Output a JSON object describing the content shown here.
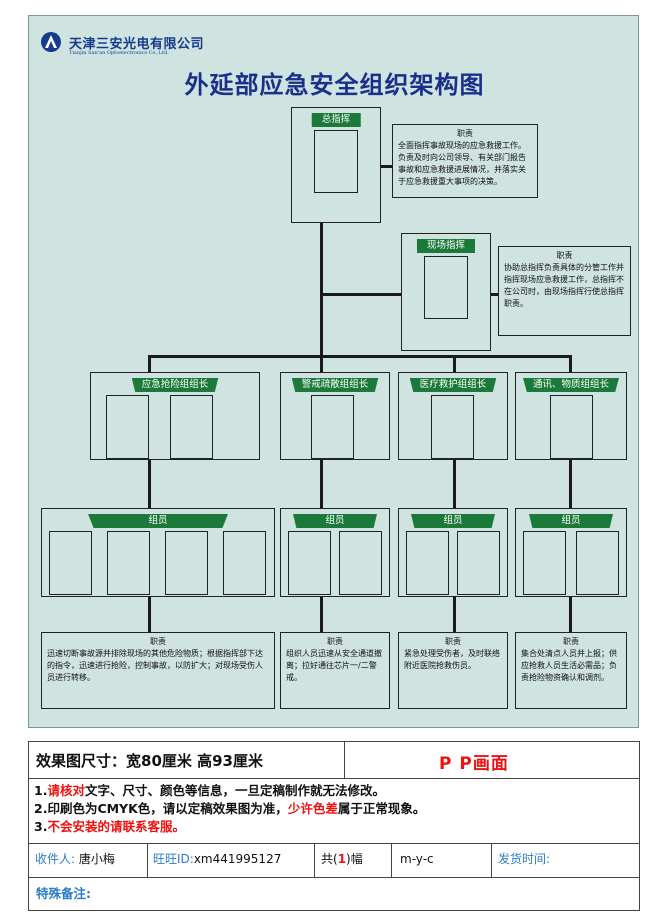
{
  "header": {
    "company_cn": "天津三安光电有限公司",
    "company_en": "Tianjin San'an Optoelectronics Co.,Ltd.",
    "title": "外延部应急安全组织架构图"
  },
  "commander": {
    "label": "总指挥"
  },
  "commander_duty": {
    "heading": "职责",
    "text": "全面指挥事故现场的应急救援工作。负责及时向公司领导、有关部门报告事故和应急救援进展情况，并落实关于应急救援重大事项的决策。"
  },
  "field_commander": {
    "label": "现场指挥"
  },
  "field_duty": {
    "heading": "职责",
    "text": "协助总指挥负责具体的分管工作并指挥现场应急救援工作，总指挥不在公司时，由现场指挥行使总指挥职责。"
  },
  "groups": [
    {
      "leader": "应急抢险组组长",
      "members": "组员",
      "duty_heading": "职责",
      "duty": "迅速切断事故源并排除现场的其他危险物质；根据指挥部下达的指令，迅速进行抢险，控制事故，以防扩大；对现场受伤人员进行转移。"
    },
    {
      "leader": "警戒疏散组组长",
      "members": "组员",
      "duty_heading": "职责",
      "duty": "组织人员迅速从安全通道撤离；拉好通往芯片一/二警戒。"
    },
    {
      "leader": "医疗救护组组长",
      "members": "组员",
      "duty_heading": "职责",
      "duty": "紧急处理受伤者，及时联络附近医院抢救伤员。"
    },
    {
      "leader": "通讯、物质组组长",
      "members": "组员",
      "duty_heading": "职责",
      "duty": "集合处清点人员并上报；供应抢救人员生活必需品；负责抢险物资确认和调剂。"
    }
  ],
  "form": {
    "size": "效果图尺寸：宽80厘米  高93厘米",
    "material": "P P画面",
    "note1_prefix": "1.",
    "note1_red": "请核对",
    "note1_rest": "文字、尺寸、颜色等信息，一旦定稿制作就无法修改。",
    "note2_prefix": "2.印刷色为CMYK色，请以定稿效果图为准，",
    "note2_red": "少许色差",
    "note2_rest": "属于正常现象。",
    "note3_prefix": "3.",
    "note3_red": "不会安装的请联系客服。",
    "recipient_label": "收件人:",
    "recipient": "唐小梅",
    "wangwang_label": "旺旺ID:",
    "wangwang": "xm441995127",
    "count_prefix": "共(",
    "count": "1",
    "count_suffix": ")幅",
    "code": "m-y-c",
    "ship_label": "发货时间:",
    "special_label": "特殊备注:"
  },
  "colors": {
    "board": "#cfe3e1",
    "tag_green": "#1b7a3a",
    "title_blue": "#1a2f8c",
    "accent_red": "#ee1111",
    "label_blue": "#2a7cc7"
  },
  "icons": {
    "logo": "company-logo-icon"
  }
}
